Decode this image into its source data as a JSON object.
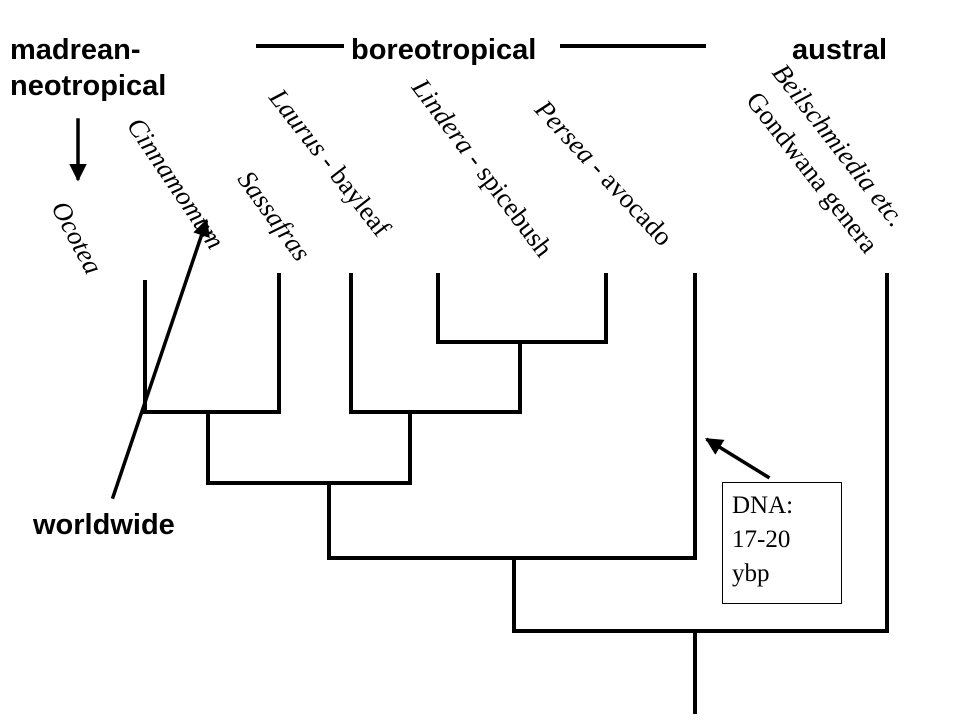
{
  "regions": {
    "madrean": "madrean-\nneotropical",
    "boreotropical": "boreotropical",
    "austral": "austral",
    "worldwide": "worldwide"
  },
  "taxa": {
    "ocotea": "Ocotea",
    "cinnamomum": "Cinnamomum",
    "sassafras": "Sassafras",
    "laurus": "Laurus",
    "laurus_common": " - bayleaf",
    "lindera": "Lindera",
    "lindera_common": " - spicebush",
    "persea": "Persea",
    "persea_common": " - avocado",
    "beilschmiedia": "Beilschmiedia etc.",
    "gondwana": "Gondwana genera"
  },
  "dna_note": "DNA:\n17-20\nybp",
  "colors": {
    "ink": "#000000",
    "background": "#ffffff"
  }
}
